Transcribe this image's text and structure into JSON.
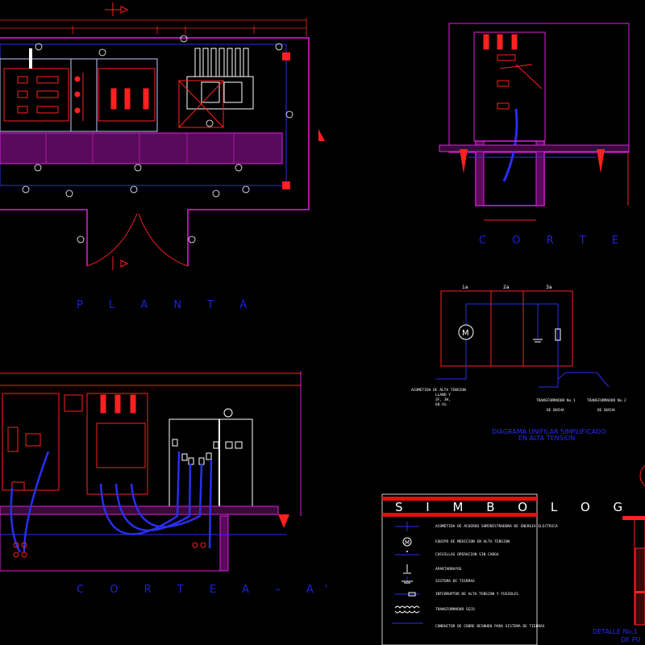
{
  "views": {
    "plan_title": "P L A N T A",
    "section_bb_title": "C O R T E   B – B'",
    "section_aa_title": "C O R T E   A – A'"
  },
  "single_line": {
    "title_line1": "DIAGRAMA UNIFILAR SIMPLIFICADO",
    "title_line2": "EN ALTA TENSION",
    "cells": [
      "1a",
      "2a",
      "3a"
    ],
    "incoming_line1": "ACOMETIDA DE ALTA TENSION",
    "incoming_line2": "LLANO Y",
    "incoming_line3": "3F, 3H,",
    "incoming_line4": "60 Hz.",
    "transformer1_line1": "TRANSFORMADOR No.1",
    "transformer1_line2": "DE BUCHA",
    "transformer2_line1": "TRANSFORMADOR No.2",
    "transformer2_line2": "DE BUCHA"
  },
  "legend": {
    "title": "S I M B O L O G I A",
    "items": [
      {
        "icon": "service-entrance-icon",
        "label": "ACOMETIDA DE ACUERDO SUMINISTRADORA DE ENERGIA ELECTRICA"
      },
      {
        "icon": "meter-icon",
        "label": "EQUIPO DE MEDICION EN ALTA TENSION"
      },
      {
        "icon": "disconnect-switch-icon",
        "label": "CUCHILLAS OPERACION SIN CARGA"
      },
      {
        "icon": "surge-arrester-icon",
        "label": "APARTARRAYOS"
      },
      {
        "icon": "ground-icon",
        "label": "SISTEMA DE TIERRAS"
      },
      {
        "icon": "breaker-fuse-icon",
        "label": "INTERRUPTOR DE ALTA TENSION Y FUSIBLES"
      },
      {
        "icon": "transformer-icon",
        "label": "TRANSFORMADOR SECO"
      },
      {
        "icon": "ground-conductor-icon",
        "label": "CONDUCTOR DE COBRE DESNUDO PARA SISTEMA DE TIERRAS"
      }
    ]
  },
  "detail": {
    "title_line1": "DETALLE No.1",
    "title_line2": "DE PU"
  },
  "colors": {
    "background": "#000000",
    "walls": "#e020e0",
    "equipment": "#ff2020",
    "cables": "#2a2ef0",
    "transformer": "#ffffff"
  }
}
